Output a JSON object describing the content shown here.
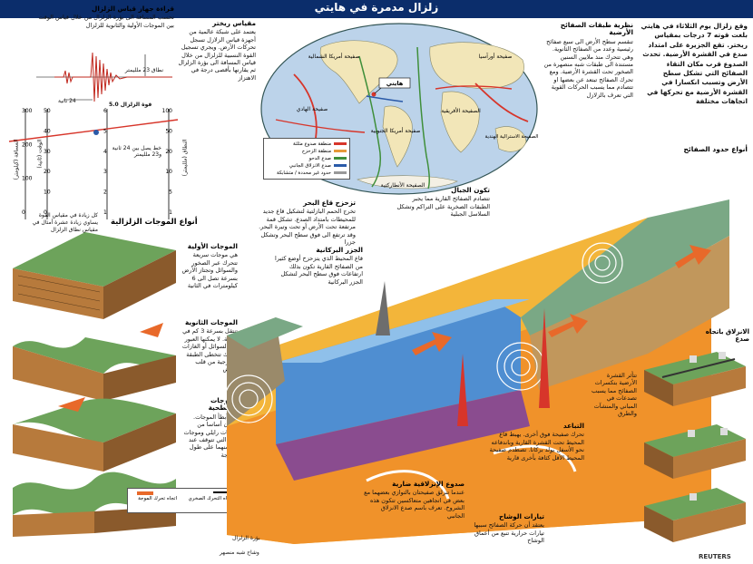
{
  "title": "زلزال مدمرة في هايتي",
  "intro": "وقع زلزال يوم الثلاثاء في هايتي بلغت قوته 7 درجات بمقياس ريختر. تقع الجزيرة على امتداد صدع في القشرة الأرضية. تحدث الصدوع قرب مكان التقاء الصفائح التي تشكل سطح الأرض وتسبب انكسارا في القشرة الأرضية مع تحركها في اتجاهات مختلفة",
  "plates": {
    "heading": "نظرية طبقات الصفائح الأرضية",
    "body": "تنقسم سطح الأرض الى سبع صفائح رئيسية وعدد من الصفائح الثانوية. وهي تتحرك منذ ملايين السنين مستندة الى طبقات شبه منصهرة من الصخور تحت القشرة الأرضية. ومع تحرك الصفائح تبتعد عن بعضها او تتصادم مما يسبب الحركات القوية التي تعرف بالزلازل"
  },
  "map": {
    "labels": {
      "north_america": "صفيحة أمريكا الشمالية",
      "eurasia": "صفيحة أورآسيا",
      "pacific": "صفيحة الهادي",
      "south_america": "صفيحة أمريكا الجنوبية",
      "africa": "الصفيحة الأفريقية",
      "indo_australia": "الصفيحة الاسترالية الهندية",
      "antarctic": "الصفيحة الأنطاركتية",
      "haiti": "هايتي"
    },
    "legend": {
      "item1": "منطقة صدوع مثلثة",
      "item2": "منطقة الزحزح",
      "item3": "صدع الدحو",
      "item4": "صدع الانزلاق الجانبي",
      "item5": "حدود غير محددة / متشابكة"
    },
    "colors": {
      "ocean": "#bcd3ea",
      "land": "#f2e6b8",
      "subduction": "#d7352a",
      "transform": "#2a5aa8",
      "ridge": "#3f8f3a"
    }
  },
  "seismograph": {
    "heading": "قراءة جهاز قياس الزلزال",
    "body": "تحسب المسافة الى بؤرة الزلزال من خلال قياس الوقت بين الموجات الأولية والثانوية للزلزال",
    "amp_label": "نطاق 23 ملليمتر",
    "time_label": "24 ثانية",
    "magnitude_label": "قوة الزلزال 5.0",
    "line_label": "خط يصل بين 24 ثانية و23 ملليمتر",
    "axis_left_title": "المسافة (كيلومتر)",
    "axis_mid_title": "الوقت (ثانية)",
    "axis_right_title": "النطاق (ملليمتر)",
    "left_ticks": [
      "300",
      "200",
      "100",
      "0"
    ],
    "mid_ticks": [
      "50",
      "40",
      "30",
      "20",
      "10",
      "0"
    ],
    "right_ticks": [
      "100",
      "50",
      "20",
      "10",
      "5",
      "1"
    ],
    "scale_ticks": [
      "6",
      "5",
      "4",
      "3",
      "2",
      "1"
    ],
    "bottom_note": "كل زيادة في مقياس القوة يساوي زيادة عشرة أمثال في مقياس نطاق الزلزال"
  },
  "richter": {
    "heading": "مقياس ريختر",
    "body": "يعتمد على شبكة عالمية من أجهزة قياس الزلازل تسجل تحركات الأرض. ويجري تسجيل القوة النسبية للزلزال من خلال قياس المسافة الى بؤرة الزلزال ثم يقارنها بأقصى درجة في الاهتزاز"
  },
  "waves": {
    "heading": "أنواع الموجات الزلزالية",
    "primary": {
      "title": "الموجات الأولية",
      "body": "هي موجات سريعة تتحرك عبر الصخور والسوائل وتجتاز الأرض بسرعة تصل الى 6 كيلومترات في الثانية"
    },
    "secondary": {
      "title": "الموجات الثانوية",
      "body": "تنتقل بسرعة 3 كم في الثانية. لا يمكنها العبور في السوائل أو الغازات ولذلك تتخطى الطبقة الخارجية من قلب الأرض"
    },
    "surface": {
      "title": "الموجات السطحية",
      "body": "هي أبطأ الموجات. تتكون أساسا من موجات رايلي وموجات لاف التي تتوقف عند كل منهما على طول الموجة"
    },
    "legend_rock": "اتجاه التحرك الصخري",
    "legend_wave": "اتجاه تحرك الموجة"
  },
  "faults": {
    "heading": "أنواع حدود الصفائح",
    "trench": {
      "title": "تزحزح قاع البحر",
      "body": "تخرج الحمم البازلتية لتشكيل قاع جديد للمحيطات بامتداد الصدع. تشكل قمة مرتفعة تحت الأرض أو تحت وتيرة البحر. وقد ترتفع الى فوق سطح البحر وتشكل جزرا"
    },
    "mountains": {
      "title": "تكون الجبال",
      "body": "تتصادم الصفائح القارية مما يجبر الطبقات الصخرية على التراكم وتشكل السلاسل الجبلية"
    },
    "volcanic_islands": {
      "title": "الجزر البركانية",
      "body": "قاع المحيط الذي يتزحزح أوضع كثيرا من الصفائح القارية تكون بذلك ارتفاعات فوق سطح البحر لتشكل الجزر البركانية"
    },
    "divergent": {
      "title": "التباعد",
      "body": "تحرك صفيحة فوق أخرى. يهبط قاع المحيط تحت القشرة القارية وباندفاعه نحو الأسفل يولد بركانا. تصطدم صفيحة المحيط الأقل كثافة بأخرى قارية"
    },
    "subduction": {
      "title": "صدوع الإنزلاقية ضارية",
      "body": "عندما تنزلق صفيحتان بالتوازي بعضهما مع بعض في اتجاهين متعاكسين تتكون هذه الشروخ. تعرف باسم صدع الانزلاق الجانبي"
    },
    "convection": {
      "title": "تيارات الوشاح",
      "body": "يعتقد أن حركة الصفائح سببها تيارات حرارية تنبع من أعماق الوشاح"
    },
    "quake_note": "الانزلاق باتجاه صدع",
    "collapse_note": "تتأثر القشرة الأرضية بتكسرات الصفائح مما يسبب تصدعات في المباني والمنشآت والطرق",
    "focus": "بؤرة الزلزال",
    "mantle": "وشاح شبه منصهر"
  },
  "credit": "REUTERS"
}
